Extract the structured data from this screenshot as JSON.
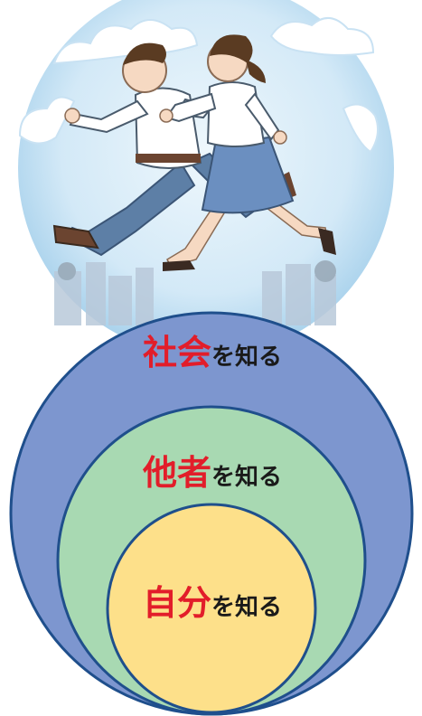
{
  "illustration": {
    "subject": "businessman and businesswoman running",
    "colors": {
      "sky_light": "#eaf4fb",
      "sky_mid": "#cfe6f5",
      "sky_edge": "#a9d2ec",
      "cloud": "#ffffff",
      "skin": "#f6d9c2",
      "hair": "#5a3b22",
      "shirt": "#ffffff",
      "pants_man": "#5d7fa6",
      "skirt_woman": "#6b8fc0",
      "shoe": "#6b4430",
      "city": "#b9c9da"
    }
  },
  "circles": [
    {
      "id": "society",
      "emphasis": "社会",
      "suffix": "を知る",
      "fill": "#7d96cf",
      "stroke": "#1f4f8c"
    },
    {
      "id": "others",
      "emphasis": "他者",
      "suffix": "を知る",
      "fill": "#a8d9b2",
      "stroke": "#1f4f8c"
    },
    {
      "id": "self",
      "emphasis": "自分",
      "suffix": "を知る",
      "fill": "#fde08a",
      "stroke": "#1f4f8c"
    }
  ],
  "colors": {
    "emphasis_text": "#e21d2a",
    "suffix_text": "#1a1a1a"
  }
}
